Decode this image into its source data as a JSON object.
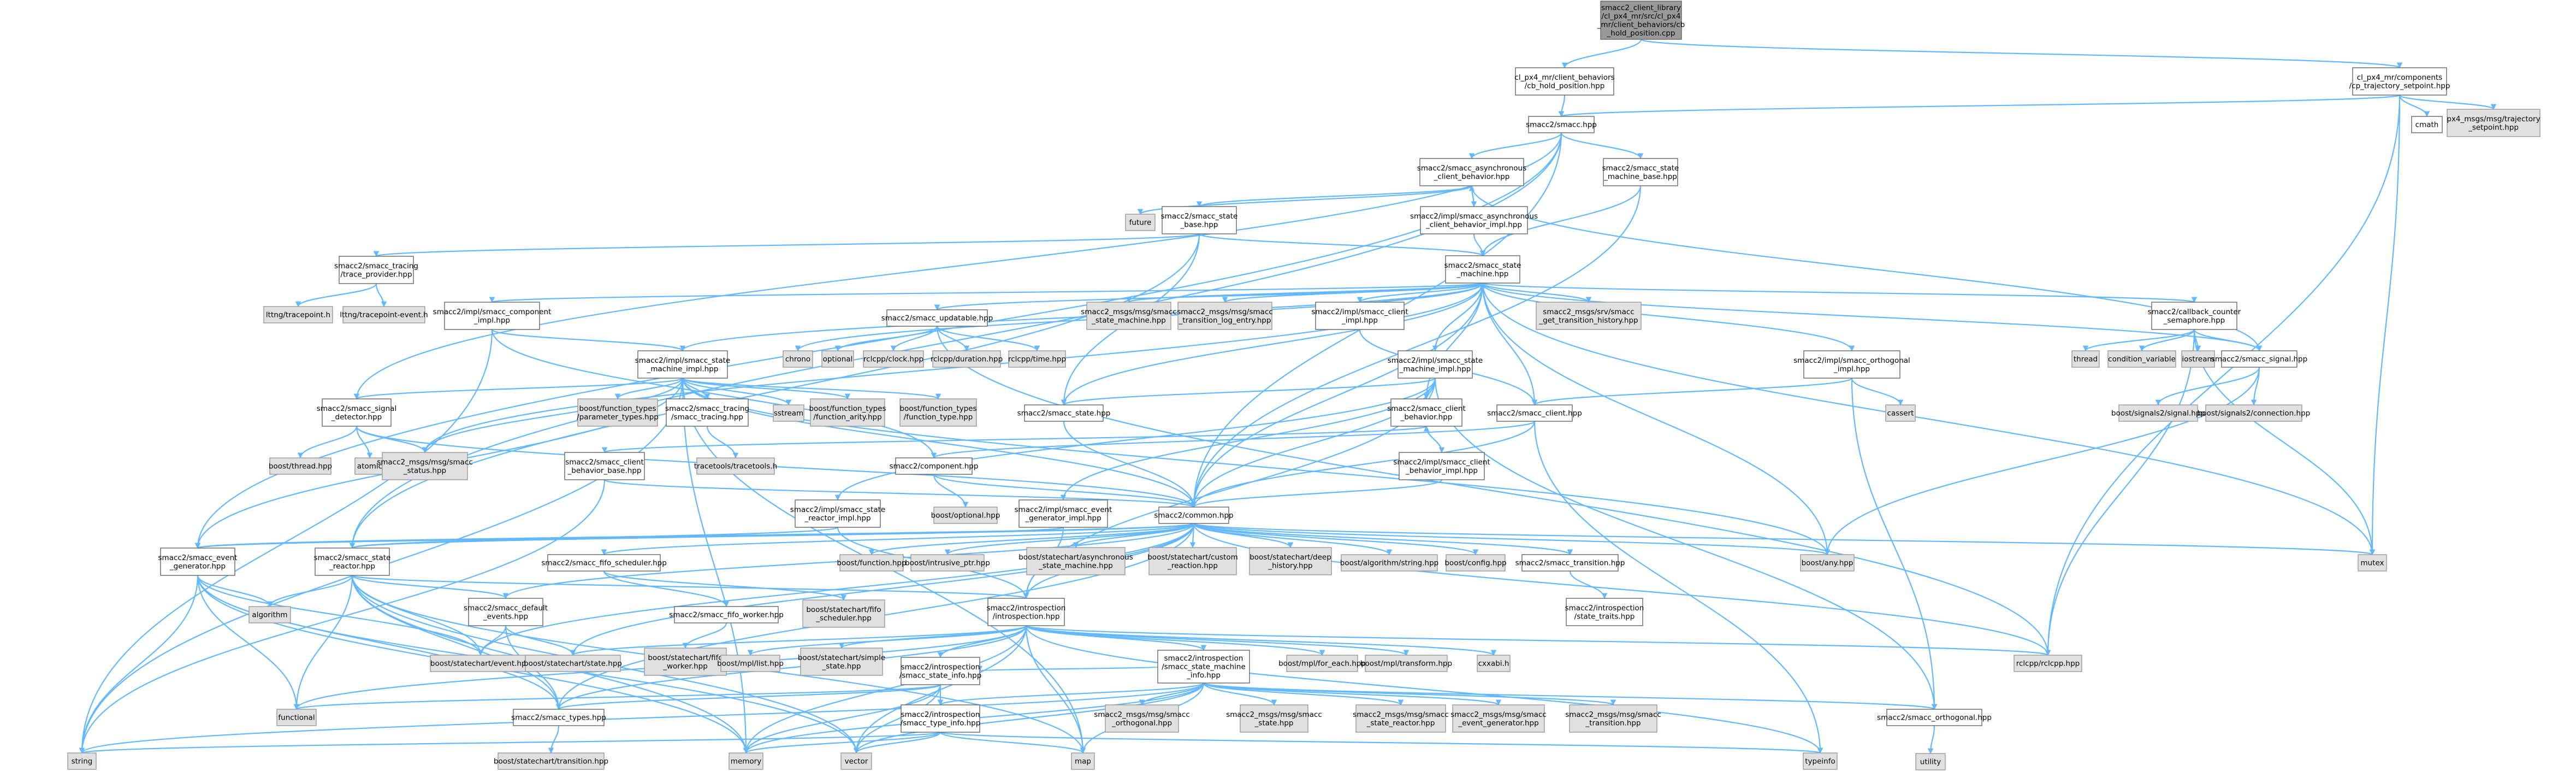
{
  "nodes": {
    "root": [
      "smacc2_client_library",
      "/cl_px4_mr/src/cl_px4",
      "_mr/client_behaviors/cb",
      "_hold_position.cpp"
    ],
    "cb_hold_position": [
      "cl_px4_mr/client_behaviors",
      "/cb_hold_position.hpp"
    ],
    "cp_traj": [
      "cl_px4_mr/components",
      "/cp_trajectory_setpoint.hpp"
    ],
    "cmath": [
      "cmath"
    ],
    "px4_traj": [
      "px4_msgs/msg/trajectory",
      "_setpoint.hpp"
    ],
    "mutex": [
      "mutex"
    ],
    "smacc_hpp": [
      "smacc2/smacc.hpp"
    ],
    "async_cb": [
      "smacc2/smacc_asynchronous",
      "_client_behavior.hpp"
    ],
    "sm_base": [
      "smacc2/smacc_state",
      "_machine_base.hpp"
    ],
    "future": [
      "future"
    ],
    "state_base": [
      "smacc2/smacc_state",
      "_base.hpp"
    ],
    "async_cb_impl": [
      "smacc2/impl/smacc_asynchronous",
      "_client_behavior_impl.hpp"
    ],
    "tracing": [
      "smacc2/smacc_tracing",
      "/trace_provider.hpp"
    ],
    "lttng_tp": [
      "lttng/tracepoint.h"
    ],
    "lttng_tpe": [
      "lttng/tracepoint-event.h"
    ],
    "smacc_sm": [
      "smacc2/smacc_state",
      "_machine.hpp"
    ],
    "comp_impl": [
      "smacc2/impl/smacc_component",
      "_impl.hpp"
    ],
    "updatable": [
      "smacc2/smacc_updatable.hpp"
    ],
    "msg_state_machine": [
      "smacc2_msgs/msg/smacc",
      "_state_machine.hpp"
    ],
    "msg_transition_log": [
      "smacc2_msgs/msg/smacc",
      "_transition_log_entry.hpp"
    ],
    "client_impl": [
      "smacc2/impl/smacc_client",
      "_impl.hpp"
    ],
    "srv_transition": [
      "smacc2_msgs/srv/smacc",
      "_get_transition_history.hpp"
    ],
    "callback_counter": [
      "smacc2/callback_counter",
      "_semaphore.hpp"
    ],
    "thread": [
      "thread"
    ],
    "cond_var": [
      "condition_variable"
    ],
    "iostream": [
      "iostream"
    ],
    "signal": [
      "smacc2/smacc_signal.hpp"
    ],
    "chrono": [
      "chrono"
    ],
    "optional": [
      "optional"
    ],
    "rclcpp_clock": [
      "rclcpp/clock.hpp"
    ],
    "rclcpp_duration": [
      "rclcpp/duration.hpp"
    ],
    "rclcpp_time": [
      "rclcpp/time.hpp"
    ],
    "sm_impl_right": [
      "smacc2/impl/smacc_state",
      "_machine_impl.hpp"
    ],
    "sm_impl_left": [
      "smacc2/impl/smacc_state",
      "_machine_impl.hpp"
    ],
    "orthogonal_impl": [
      "smacc2/impl/smacc_orthogonal",
      "_impl.hpp"
    ],
    "cassert": [
      "cassert"
    ],
    "signals2_signal": [
      "boost/signals2/signal.hpp"
    ],
    "signals2_conn": [
      "boost/signals2/connection.hpp"
    ],
    "signal_detector": [
      "smacc2/smacc_signal",
      "_detector.hpp"
    ],
    "ft_param": [
      "boost/function_types",
      "/parameter_types.hpp"
    ],
    "tracing_tp": [
      "smacc2/smacc_tracing",
      "/smacc_tracing.hpp"
    ],
    "sstream": [
      "sstream"
    ],
    "ft_arity": [
      "boost/function_types",
      "/function_arity.hpp"
    ],
    "ft_type": [
      "boost/function_types",
      "/function_type.hpp"
    ],
    "smacc_state": [
      "smacc2/smacc_state.hpp"
    ],
    "client_behavior": [
      "smacc2/smacc_client",
      "_behavior.hpp"
    ],
    "client_hpp": [
      "smacc2/smacc_client.hpp"
    ],
    "boost_thread": [
      "boost/thread.hpp"
    ],
    "atomic": [
      "atomic"
    ],
    "msg_status": [
      "smacc2_msgs/msg/smacc",
      "_status.hpp"
    ],
    "cb_base": [
      "smacc2/smacc_client",
      "_behavior_base.hpp"
    ],
    "tracetools": [
      "tracetools/tracetools.h"
    ],
    "component": [
      "smacc2/component.hpp"
    ],
    "cb_impl": [
      "smacc2/impl/smacc_client",
      "_behavior_impl.hpp"
    ],
    "boost_optional": [
      "boost/optional.hpp"
    ],
    "state_reactor_impl": [
      "smacc2/impl/smacc_state",
      "_reactor_impl.hpp"
    ],
    "event_gen_impl": [
      "smacc2/impl/smacc_event",
      "_generator_impl.hpp"
    ],
    "common": [
      "smacc2/common.hpp"
    ],
    "event_gen": [
      "smacc2/smacc_event",
      "_generator.hpp"
    ],
    "fifo_scheduler": [
      "smacc2/smacc_fifo_scheduler.hpp"
    ],
    "boost_function": [
      "boost/function.hpp"
    ],
    "intrusive_ptr": [
      "boost/intrusive_ptr.hpp"
    ],
    "async_sm": [
      "boost/statechart/asynchronous",
      "_state_machine.hpp"
    ],
    "custom_reaction": [
      "boost/statechart/custom",
      "_reaction.hpp"
    ],
    "deep_history": [
      "boost/statechart/deep",
      "_history.hpp"
    ],
    "algo_string": [
      "boost/algorithm/string.hpp"
    ],
    "boost_config": [
      "boost/config.hpp"
    ],
    "transition": [
      "smacc2/smacc_transition.hpp"
    ],
    "boost_any": [
      "boost/any.hpp"
    ],
    "state_reactor": [
      "smacc2/smacc_state",
      "_reactor.hpp"
    ],
    "algorithm": [
      "algorithm"
    ],
    "default_events": [
      "smacc2/smacc_default",
      "_events.hpp"
    ],
    "fifo_worker": [
      "smacc2/smacc_fifo_worker.hpp"
    ],
    "sc_fifo_scheduler": [
      "boost/statechart/fifo",
      "_scheduler.hpp"
    ],
    "introspection": [
      "smacc2/introspection",
      "/introspection.hpp"
    ],
    "state_traits": [
      "smacc2/introspection",
      "/state_traits.hpp"
    ],
    "sc_event": [
      "boost/statechart/event.hpp"
    ],
    "sc_state": [
      "boost/statechart/state.hpp"
    ],
    "sc_fifo_worker": [
      "boost/statechart/fifo",
      "_worker.hpp"
    ],
    "mpl_list": [
      "boost/mpl/list.hpp"
    ],
    "sc_simple_state": [
      "boost/statechart/simple",
      "_state.hpp"
    ],
    "state_info": [
      "smacc2/introspection",
      "/smacc_state_info.hpp"
    ],
    "sm_info": [
      "smacc2/introspection",
      "/smacc_state_machine",
      "_info.hpp"
    ],
    "mpl_for_each": [
      "boost/mpl/for_each.hpp"
    ],
    "mpl_transform": [
      "boost/mpl/transform.hpp"
    ],
    "cxxabi": [
      "cxxabi.h"
    ],
    "rclcpp": [
      "rclcpp/rclcpp.hpp"
    ],
    "functional": [
      "functional"
    ],
    "smacc_types": [
      "smacc2/smacc_types.hpp"
    ],
    "type_info": [
      "smacc2/introspection",
      "/smacc_type_info.hpp"
    ],
    "msg_orthogonal": [
      "smacc2_msgs/msg/smacc",
      "_orthogonal.hpp"
    ],
    "msg_state": [
      "smacc2_msgs/msg/smacc",
      "_state.hpp"
    ],
    "msg_state_reactor": [
      "smacc2_msgs/msg/smacc",
      "_state_reactor.hpp"
    ],
    "msg_event_gen": [
      "smacc2_msgs/msg/smacc",
      "_event_generator.hpp"
    ],
    "msg_transition": [
      "smacc2_msgs/msg/smacc",
      "_transition.hpp"
    ],
    "orthogonal": [
      "smacc2/smacc_orthogonal.hpp"
    ],
    "utility": [
      "utility"
    ],
    "string": [
      "string"
    ],
    "memory": [
      "memory"
    ],
    "vector": [
      "vector"
    ],
    "map": [
      "map"
    ],
    "typeinfo": [
      "typeinfo"
    ],
    "sc_transition": [
      "boost/statechart/transition.hpp"
    ]
  }
}
